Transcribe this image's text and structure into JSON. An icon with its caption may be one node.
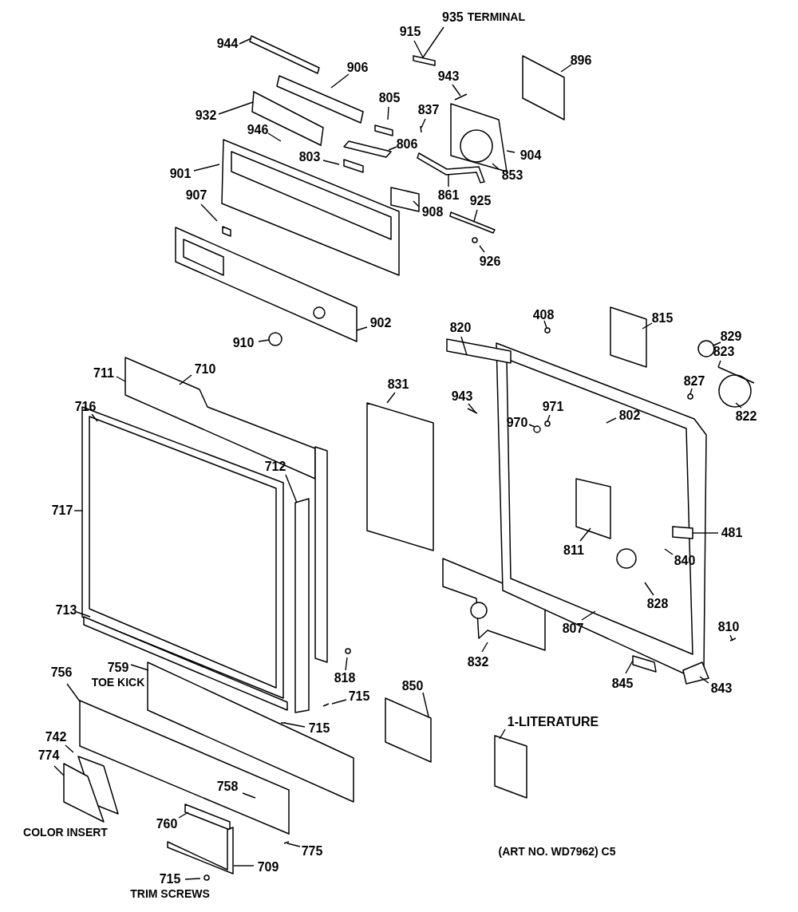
{
  "diagram": {
    "nodes": [
      {
        "text": [
          "944"
        ]
      },
      {
        "text": [
          "935",
          "TERMINAL"
        ]
      },
      {
        "text": [
          "915"
        ]
      },
      {
        "text": [
          "906"
        ]
      },
      {
        "text": [
          "896"
        ]
      },
      {
        "text": [
          "943"
        ]
      },
      {
        "text": [
          "805"
        ]
      },
      {
        "text": [
          "932"
        ]
      },
      {
        "text": [
          "837"
        ]
      },
      {
        "text": [
          "946"
        ]
      },
      {
        "text": [
          "806"
        ]
      },
      {
        "text": [
          "904"
        ]
      },
      {
        "text": [
          "803"
        ]
      },
      {
        "text": [
          "901"
        ]
      },
      {
        "text": [
          "853"
        ]
      },
      {
        "text": [
          "907"
        ]
      },
      {
        "text": [
          "861"
        ]
      },
      {
        "text": [
          "925"
        ]
      },
      {
        "text": [
          "908"
        ]
      },
      {
        "text": [
          "926"
        ]
      },
      {
        "text": [
          "408"
        ]
      },
      {
        "text": [
          "815"
        ]
      },
      {
        "text": [
          "902"
        ]
      },
      {
        "text": [
          "820"
        ]
      },
      {
        "text": [
          "829"
        ]
      },
      {
        "text": [
          "910"
        ]
      },
      {
        "text": [
          "823"
        ]
      },
      {
        "text": [
          "711"
        ]
      },
      {
        "text": [
          "710"
        ]
      },
      {
        "text": [
          "827"
        ]
      },
      {
        "text": [
          "831"
        ]
      },
      {
        "text": [
          "943"
        ]
      },
      {
        "text": [
          "716"
        ]
      },
      {
        "text": [
          "971"
        ]
      },
      {
        "text": [
          "802"
        ]
      },
      {
        "text": [
          "822"
        ]
      },
      {
        "text": [
          "970"
        ]
      },
      {
        "text": [
          "712"
        ]
      },
      {
        "text": [
          "717"
        ]
      },
      {
        "text": [
          "481"
        ]
      },
      {
        "text": [
          "811"
        ]
      },
      {
        "text": [
          "840"
        ]
      },
      {
        "text": [
          "828"
        ]
      },
      {
        "text": [
          "713"
        ]
      },
      {
        "text": [
          "810"
        ]
      },
      {
        "text": [
          "807"
        ]
      },
      {
        "text": [
          "832"
        ]
      },
      {
        "text": [
          "759",
          "TOE KICK"
        ]
      },
      {
        "text": [
          "756"
        ]
      },
      {
        "text": [
          "818"
        ]
      },
      {
        "text": [
          "845"
        ]
      },
      {
        "text": [
          "850"
        ]
      },
      {
        "text": [
          "843"
        ]
      },
      {
        "text": [
          "715"
        ]
      },
      {
        "text": [
          "1-LITERATURE"
        ]
      },
      {
        "text": [
          "715"
        ]
      },
      {
        "text": [
          "742"
        ]
      },
      {
        "text": [
          "774"
        ]
      },
      {
        "text": [
          "758"
        ],
        "in": 66
      },
      {
        "text": [
          "760"
        ]
      },
      {
        "text": [
          "775"
        ]
      },
      {
        "text": [
          "709"
        ]
      },
      {
        "text": [
          "715",
          "TRIM SCREWS"
        ]
      },
      {
        "text": [],
        "shape": "box"
      },
      {
        "text": [],
        "shape": "box"
      },
      {
        "text": [],
        "shape": "box"
      },
      {
        "text": [],
        "shape": "box"
      },
      {
        "text": [],
        "shape": "circle"
      },
      {
        "text": [],
        "shape": "circle"
      },
      {
        "text": [],
        "shape": "circle"
      },
      {
        "text": [],
        "shape": "circle"
      },
      {
        "text": [],
        "shape": "circle"
      },
      {
        "text": [],
        "shape": "circle"
      },
      {
        "text": [],
        "shape": "bar"
      }
    ],
    "edges": [
      {
        "from": 0,
        "to": null,
        "arrow": "none"
      },
      {
        "from": 1,
        "to": 63,
        "arrow": "none"
      },
      {
        "from": 2,
        "to": 63,
        "arrow": "none"
      },
      {
        "from": 3,
        "to": null,
        "arrow": "none"
      },
      {
        "from": 4,
        "to": null,
        "arrow": "none"
      },
      {
        "from": 5,
        "to": null,
        "arrow": "none"
      },
      {
        "from": 6,
        "to": null,
        "arrow": "none"
      },
      {
        "from": 7,
        "to": 64,
        "arrow": "none"
      },
      {
        "from": 8,
        "to": null,
        "arrow": "none"
      },
      {
        "from": 9,
        "to": null,
        "arrow": "none"
      },
      {
        "from": 10,
        "to": null,
        "arrow": "none"
      },
      {
        "from": 11,
        "to": null,
        "arrow": "none"
      },
      {
        "from": 12,
        "to": null,
        "arrow": "none"
      },
      {
        "from": 13,
        "to": null,
        "arrow": "none"
      },
      {
        "from": 14,
        "to": null,
        "arrow": "none"
      },
      {
        "from": 15,
        "to": null,
        "arrow": "none"
      },
      {
        "from": 16,
        "to": 73,
        "arrow": "none"
      },
      {
        "from": 17,
        "to": null,
        "arrow": "none"
      },
      {
        "from": 18,
        "to": null,
        "arrow": "none"
      },
      {
        "from": 19,
        "to": null,
        "arrow": "none"
      },
      {
        "from": 20,
        "to": 67,
        "arrow": "none"
      },
      {
        "from": 21,
        "to": null,
        "arrow": "none"
      },
      {
        "from": 22,
        "to": null,
        "arrow": "none"
      },
      {
        "from": 23,
        "to": null,
        "arrow": "none"
      },
      {
        "from": 24,
        "to": 68,
        "arrow": "none"
      },
      {
        "from": 25,
        "to": 69,
        "arrow": "none"
      },
      {
        "from": 26,
        "to": null,
        "arrow": "none"
      },
      {
        "from": 27,
        "to": null,
        "arrow": "none"
      },
      {
        "from": 28,
        "to": null,
        "arrow": "none"
      },
      {
        "from": 29,
        "to": 70,
        "arrow": "none"
      },
      {
        "from": 30,
        "to": null,
        "arrow": "none"
      },
      {
        "from": 31,
        "to": null,
        "arrow": "none"
      },
      {
        "from": 32,
        "to": null,
        "arrow": "none"
      },
      {
        "from": 33,
        "to": 72,
        "arrow": "none"
      },
      {
        "from": 34,
        "to": null,
        "arrow": "none"
      },
      {
        "from": 35,
        "to": null,
        "arrow": "none"
      },
      {
        "from": 36,
        "to": 71,
        "arrow": "none"
      },
      {
        "from": 37,
        "to": null,
        "arrow": "none"
      },
      {
        "from": 38,
        "to": null,
        "arrow": "none"
      },
      {
        "from": 39,
        "to": 65,
        "arrow": "none"
      },
      {
        "from": 40,
        "to": null,
        "arrow": "none"
      },
      {
        "from": 41,
        "to": null,
        "arrow": "none"
      },
      {
        "from": 42,
        "to": null,
        "arrow": "none"
      },
      {
        "from": 43,
        "to": null,
        "arrow": "none"
      },
      {
        "from": 44,
        "to": null,
        "arrow": "none"
      },
      {
        "from": 45,
        "to": null,
        "arrow": "none"
      },
      {
        "from": 46,
        "to": null,
        "arrow": "none"
      },
      {
        "from": 47,
        "to": null,
        "arrow": "none"
      },
      {
        "from": 48,
        "to": 66,
        "arrow": "none"
      },
      {
        "from": 49,
        "to": null,
        "arrow": "none"
      },
      {
        "from": 50,
        "to": null,
        "arrow": "none"
      },
      {
        "from": 51,
        "to": null,
        "arrow": "none"
      },
      {
        "from": 52,
        "to": null,
        "arrow": "none"
      },
      {
        "from": 53,
        "to": null,
        "arrow": "none"
      },
      {
        "from": 54,
        "to": null,
        "arrow": "none"
      },
      {
        "from": 55,
        "to": null,
        "arrow": "none"
      },
      {
        "from": 56,
        "to": null,
        "arrow": "none"
      },
      {
        "from": 57,
        "to": null,
        "arrow": "none"
      },
      {
        "from": 58,
        "to": null,
        "arrow": "none"
      },
      {
        "from": 59,
        "to": null,
        "arrow": "none"
      },
      {
        "from": 60,
        "to": null,
        "arrow": "none"
      },
      {
        "from": 61,
        "to": null,
        "arrow": "none"
      },
      {
        "from": 62,
        "to": null,
        "arrow": "none"
      }
    ],
    "labels": [
      "COLOR INSERT",
      "(ART NO. WD7962) C5"
    ]
  }
}
